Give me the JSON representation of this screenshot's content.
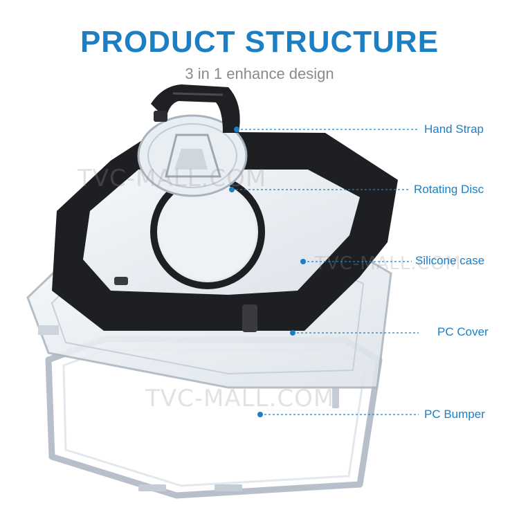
{
  "header": {
    "title": "PRODUCT STRUCTURE",
    "subtitle": "3 in 1 enhance design"
  },
  "watermark": "TVC-MALL.COM",
  "callouts": [
    {
      "label": "Hand Strap"
    },
    {
      "label": "Rotating Disc"
    },
    {
      "label": "Silicone case"
    },
    {
      "label": "PC Cover"
    },
    {
      "label": "PC Bumper"
    }
  ],
  "colors": {
    "accent": "#1c7fc4",
    "case": "#1e1f22",
    "clear": "#c9d2dc"
  }
}
